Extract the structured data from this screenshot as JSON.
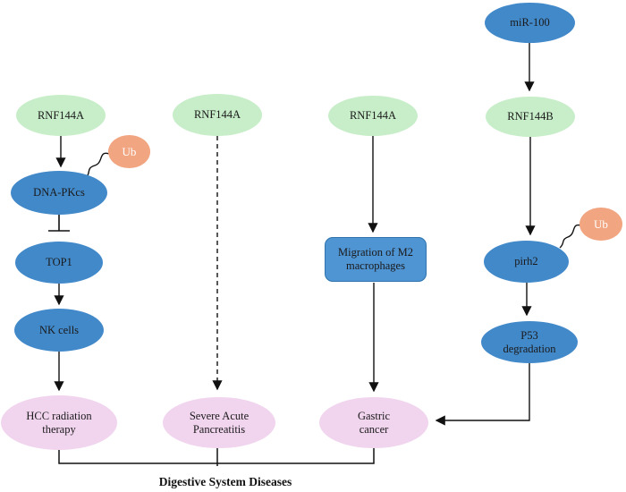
{
  "diagram": {
    "title": "Digestive System Diseases",
    "nodes": {
      "rnf144a_left": "RNF144A",
      "ub_left": "Ub",
      "dna_pkcs": "DNA-PKcs",
      "top1": "TOP1",
      "nk_cells": "NK cells",
      "hcc_radiation_therapy": "HCC radiation therapy",
      "rnf144a_mid": "RNF144A",
      "severe_acute_pancreatitis": "Severe Acute Pancreatitis",
      "rnf144a_right": "RNF144A",
      "m2_macrophages": "Migration of M2 macrophages",
      "gastric_cancer": "Gastric cancer",
      "mir_100": "miR-100",
      "rnf144b": "RNF144B",
      "ub_right": "Ub",
      "pirh2": "pirh2",
      "p53_degradation": "P53 degradation"
    },
    "colors": {
      "green": "#c7eec8",
      "blue": "#4289ca",
      "blue_box_fill": "#4f94d3",
      "blue_box_border": "#2f74ad",
      "orange": "#f1a581",
      "pink": "#f1d4ee",
      "line": "#111111"
    },
    "edges": [
      {
        "from": "RNF144A",
        "to": "DNA-PKcs",
        "type": "arrow"
      },
      {
        "from": "Ub",
        "to": "DNA-PKcs",
        "type": "ubiquitination-squiggle"
      },
      {
        "from": "DNA-PKcs",
        "to": "TOP1",
        "type": "inhibition-bar"
      },
      {
        "from": "TOP1",
        "to": "NK cells",
        "type": "arrow"
      },
      {
        "from": "NK cells",
        "to": "HCC radiation therapy",
        "type": "arrow"
      },
      {
        "from": "RNF144A",
        "to": "Severe Acute Pancreatitis",
        "type": "dashed-arrow"
      },
      {
        "from": "RNF144A",
        "to": "Migration of M2 macrophages",
        "type": "arrow"
      },
      {
        "from": "Migration of M2 macrophages",
        "to": "Gastric cancer",
        "type": "arrow"
      },
      {
        "from": "miR-100",
        "to": "RNF144B",
        "type": "arrow"
      },
      {
        "from": "RNF144B",
        "to": "pirh2",
        "type": "arrow"
      },
      {
        "from": "Ub",
        "to": "pirh2",
        "type": "ubiquitination-squiggle"
      },
      {
        "from": "pirh2",
        "to": "P53 degradation",
        "type": "arrow"
      },
      {
        "from": "P53 degradation",
        "to": "Gastric cancer",
        "type": "arrow"
      },
      {
        "from": "HCC radiation therapy",
        "to": "Digestive System Diseases",
        "type": "bracket"
      },
      {
        "from": "Severe Acute Pancreatitis",
        "to": "Digestive System Diseases",
        "type": "bracket"
      },
      {
        "from": "Gastric cancer",
        "to": "Digestive System Diseases",
        "type": "bracket"
      }
    ]
  }
}
